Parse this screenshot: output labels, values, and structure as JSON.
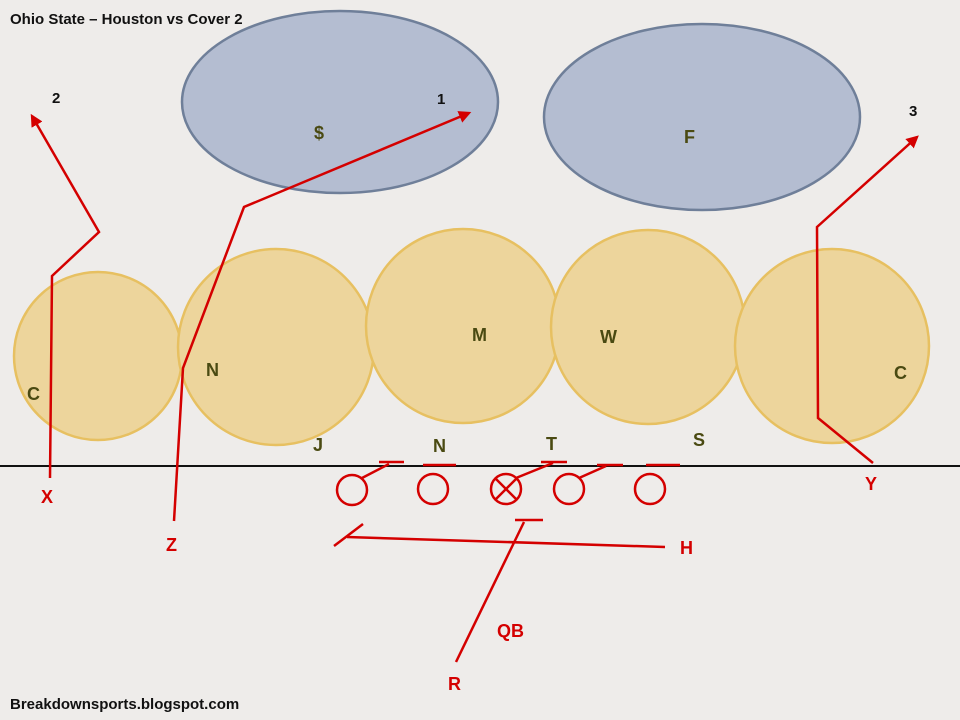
{
  "title": "Ohio State – Houston vs Cover 2",
  "footer": "Breakdownsports.blogspot.com",
  "colors": {
    "background": "#eeecea",
    "deep_zone_fill": "#b4bdd1",
    "deep_zone_stroke": "#6f7f99",
    "under_zone_fill": "#edd28f",
    "under_zone_stroke": "#e6b94a",
    "route": "#d40000",
    "defender_text": "#4a4a12",
    "los": "#111111"
  },
  "deep_zones": [
    {
      "label": "$"
    },
    {
      "label": "F"
    }
  ],
  "under_zones": [
    {
      "label": "C"
    },
    {
      "label": "N"
    },
    {
      "label": "M"
    },
    {
      "label": "W"
    },
    {
      "label": "C"
    }
  ],
  "front_defenders": [
    {
      "label": "J"
    },
    {
      "label": "N"
    },
    {
      "label": "T"
    },
    {
      "label": "S"
    }
  ],
  "offense_labels": {
    "x": "X",
    "z": "Z",
    "y": "Y",
    "h": "H",
    "qb": "QB",
    "r": "R"
  },
  "read_numbers": {
    "first": "1",
    "second": "2",
    "third": "3"
  }
}
